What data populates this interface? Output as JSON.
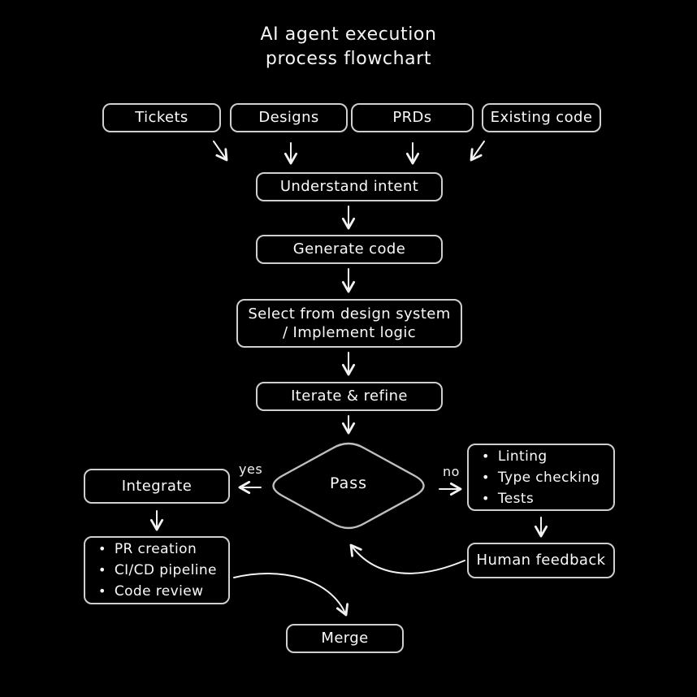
{
  "title": {
    "line1": "AI agent execution",
    "line2": "process flowchart"
  },
  "inputs": [
    {
      "label": "Tickets"
    },
    {
      "label": "Designs"
    },
    {
      "label": "PRDs"
    },
    {
      "label": "Existing code"
    }
  ],
  "steps": {
    "understand": "Understand intent",
    "generate": "Generate code",
    "select_line1": "Select from design system",
    "select_line2": "/ Implement logic",
    "iterate": "Iterate & refine"
  },
  "decision": {
    "label": "Pass",
    "yes_label": "yes",
    "no_label": "no"
  },
  "checks": {
    "items": [
      "Linting",
      "Type checking",
      "Tests"
    ]
  },
  "integrate": {
    "label": "Integrate"
  },
  "pr_tasks": {
    "items": [
      "PR creation",
      "CI/CD pipeline",
      "Code review"
    ]
  },
  "human_feedback": {
    "label": "Human feedback"
  },
  "merge": {
    "label": "Merge"
  },
  "glyphs": {
    "bullet": "•"
  },
  "colors": {
    "background": "#000000",
    "box_stroke": "#cfcfcf",
    "text": "#ffffff"
  }
}
